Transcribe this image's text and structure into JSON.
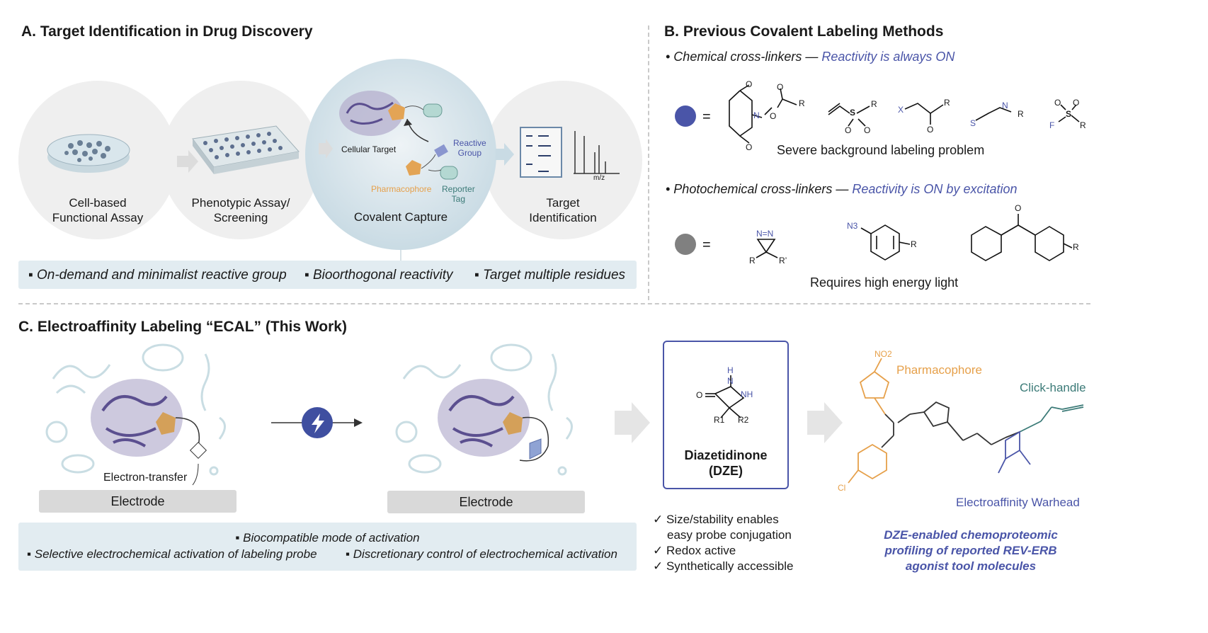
{
  "panelA": {
    "title": "A. Target Identification in Drug Discovery",
    "steps": [
      {
        "line1": "Cell-based",
        "line2": "Functional Assay"
      },
      {
        "line1": "Phenotypic Assay/",
        "line2": "Screening"
      },
      {
        "line1": "Covalent Capture",
        "line2": ""
      },
      {
        "line1": "Target",
        "line2": "Identification"
      }
    ],
    "capture_labels": {
      "cellular_target": "Cellular Target",
      "reactive_group_1": "Reactive",
      "reactive_group_2": "Group",
      "pharmacophore": "Pharmacophore",
      "reporter_tag_1": "Reporter",
      "reporter_tag_2": "Tag",
      "mz": "m/z"
    },
    "bullets": [
      "▪ On-demand and minimalist reactive group",
      "▪ Bioorthogonal reactivity",
      "▪ Target multiple residues"
    ]
  },
  "panelB": {
    "title": "B. Previous Covalent Labeling Methods",
    "chemical_prefix": "• Chemical cross-linkers —",
    "chemical_suffix": "Reactivity is always ON",
    "chemical_problem": "Severe background labeling problem",
    "photo_prefix": "• Photochemical cross-linkers —",
    "photo_suffix": "Reactivity is ON by excitation",
    "photo_problem": "Requires high energy light",
    "equals": "=",
    "atoms": {
      "O": "O",
      "N": "N",
      "R": "R",
      "S": "S",
      "X": "X",
      "F": "F",
      "N3": "N3",
      "Rp": "R’",
      "NN": "N=N"
    },
    "colors": {
      "blue_dot": "#4a55a8",
      "gray_dot": "#808080"
    }
  },
  "panelC": {
    "title": "C. Electroaffinity Labeling “ECAL” (This Work)",
    "electron_transfer": "Electron-transfer",
    "electrode": "Electrode",
    "dze_line1": "Diazetidinone",
    "dze_line2": "(DZE)",
    "checks": [
      "✓ Size/stability enables",
      "easy probe conjugation",
      "✓ Redox active",
      "✓ Synthetically accessible"
    ],
    "pharmacophore": "Pharmacophore",
    "click_handle": "Click-handle",
    "warhead": "Electroaffinity Warhead",
    "no2": "NO2",
    "cl": "Cl",
    "conclusion": [
      "DZE-enabled chemoproteomic",
      "profiling of reported REV-ERB",
      "agonist tool molecules"
    ],
    "bullet_top": "▪ Biocompatible mode of activation",
    "bullet_left": "▪ Selective electrochemical activation of labeling probe",
    "bullet_right": "▪ Discretionary control of electrochemical activation",
    "dze_atoms": {
      "H": "H",
      "N": "N",
      "NH": "NH",
      "O": "O",
      "R1": "R1",
      "R2": "R2"
    }
  }
}
